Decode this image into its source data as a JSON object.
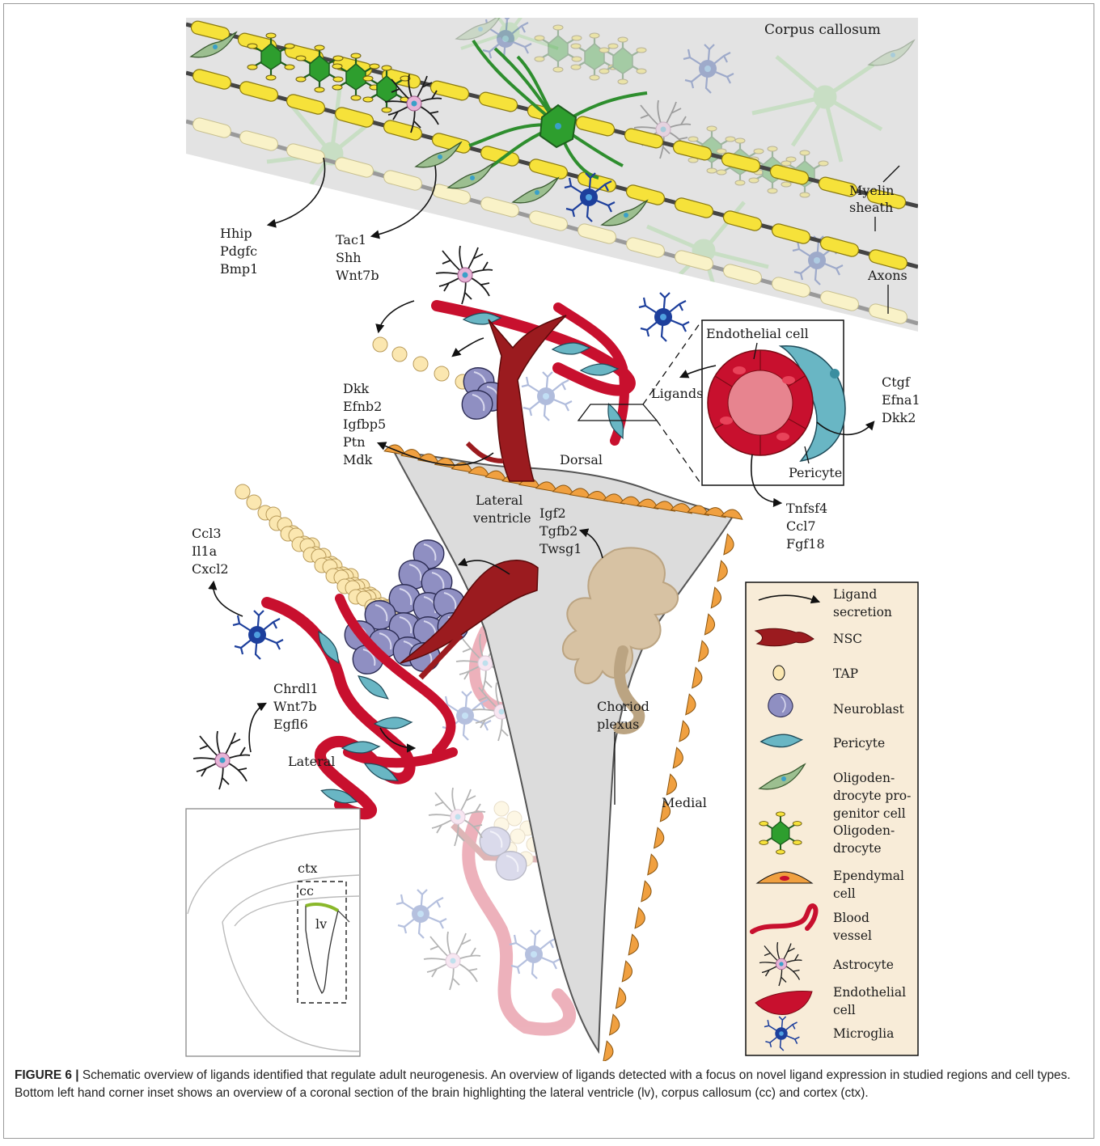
{
  "figure": {
    "regions": {
      "corpus_callosum": "Corpus callosum",
      "myelin": [
        "Myelin",
        "sheath"
      ],
      "axons": "Axons",
      "lateral_ventricle": [
        "Lateral",
        "ventricle"
      ],
      "dorsal": "Dorsal",
      "lateral": "Lateral",
      "medial": "Medial",
      "choroid_plexus": [
        "Choriod",
        "plexus"
      ],
      "endothelial_cell": "Endothelial cell",
      "pericyte": "Pericyte",
      "ligands": "Ligands"
    },
    "ligand_groups": {
      "opc_cc": [
        "Hhip",
        "Pdgfc",
        "Bmp1"
      ],
      "astro_cc": [
        "Tac1",
        "Shh",
        "Wnt7b"
      ],
      "nsc_dorsal": [
        "Dkk",
        "Efnb2",
        "Igfbp5",
        "Ptn",
        "Mdk"
      ],
      "pericyte": [
        "Ctgf",
        "Efna1",
        "Dkk2"
      ],
      "endothelial": [
        "Tnfsf4",
        "Ccl7",
        "Fgf18"
      ],
      "choroid": [
        "Igf2",
        "Tgfb2",
        "Twsg1"
      ],
      "microglia": [
        "Ccl3",
        "Il1a",
        "Cxcl2"
      ],
      "astro_lateral": [
        "Chrdl1",
        "Wnt7b",
        "Egfl6"
      ]
    },
    "inset": {
      "ctx": "ctx",
      "cc": "cc",
      "lv": "lv"
    },
    "legend": [
      {
        "icon": "arrow-icon",
        "lines": [
          "Ligand",
          "secretion"
        ]
      },
      {
        "icon": "nsc-icon",
        "lines": [
          "NSC"
        ]
      },
      {
        "icon": "tap-icon",
        "lines": [
          "TAP"
        ]
      },
      {
        "icon": "neuroblast-icon",
        "lines": [
          "Neuroblast"
        ]
      },
      {
        "icon": "pericyte-icon",
        "lines": [
          "Pericyte"
        ]
      },
      {
        "icon": "opc-icon",
        "lines": [
          "Oligoden-",
          "drocyte pro-",
          "genitor cell"
        ]
      },
      {
        "icon": "oligodendrocyte-icon",
        "lines": [
          "Oligoden-",
          "drocyte"
        ]
      },
      {
        "icon": "ependymal-icon",
        "lines": [
          "Ependymal",
          "cell"
        ]
      },
      {
        "icon": "blood-vessel-icon",
        "lines": [
          "Blood",
          "vessel"
        ]
      },
      {
        "icon": "astrocyte-icon",
        "lines": [
          "Astrocyte"
        ]
      },
      {
        "icon": "endothelial-icon",
        "lines": [
          "Endothelial",
          "cell"
        ]
      },
      {
        "icon": "microglia-icon",
        "lines": [
          "Microglia"
        ]
      }
    ],
    "colors": {
      "vessel": "#c8102e",
      "nsc": "#9b1b1f",
      "tap": "#fbe7b0",
      "neuroblast": "#8f8fc2",
      "pericyte": "#69b6c4",
      "oligodendrocyte": "#2e9e2e",
      "ependymal": "#f0a040",
      "microglia": "#1d3f9c",
      "ventricle": "#dcdcdc",
      "legend_bg": "#f8ecd8"
    }
  },
  "caption": {
    "label": "FIGURE 6 |",
    "title": " Schematic overview of ligands identified that regulate adult neurogenesis.",
    "body": " An overview of ligands detected with a focus on novel ligand expression in studied regions and cell types. Bottom left hand corner inset shows an overview of a coronal section of the brain highlighting the lateral ventricle (lv), corpus callosum (cc) and cortex (ctx)."
  }
}
